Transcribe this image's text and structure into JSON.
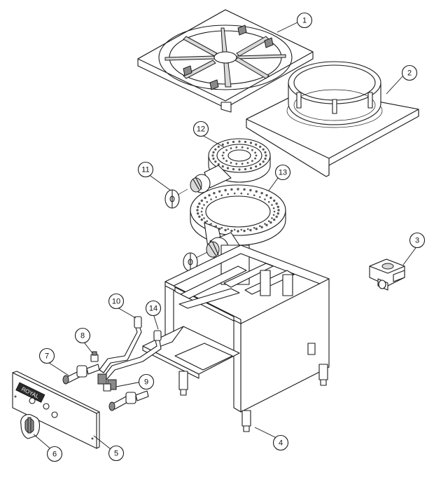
{
  "diagram": {
    "brand_plate_text": "ROYAL",
    "callouts": [
      {
        "number": "1",
        "part": "grate"
      },
      {
        "number": "2",
        "part": "top-ring-plate"
      },
      {
        "number": "3",
        "part": "gas-regulator"
      },
      {
        "number": "4",
        "part": "leg"
      },
      {
        "number": "5",
        "part": "front-panel"
      },
      {
        "number": "6",
        "part": "control-knob"
      },
      {
        "number": "7",
        "part": "gas-valve-left"
      },
      {
        "number": "8",
        "part": "orifice"
      },
      {
        "number": "9",
        "part": "manifold-fitting"
      },
      {
        "number": "10",
        "part": "pilot-tube"
      },
      {
        "number": "11",
        "part": "air-shutter-small"
      },
      {
        "number": "12",
        "part": "inner-burner"
      },
      {
        "number": "13",
        "part": "outer-ring-burner"
      },
      {
        "number": "14",
        "part": "pilot-assembly"
      }
    ]
  }
}
